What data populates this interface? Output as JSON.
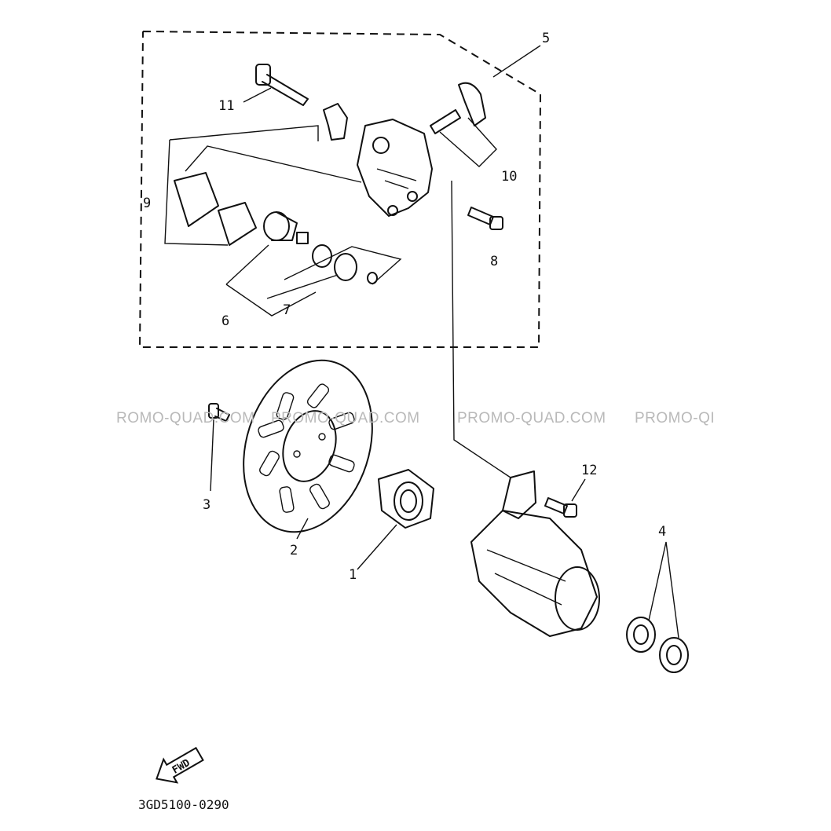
{
  "callouts": {
    "c1": "1",
    "c2": "2",
    "c3": "3",
    "c4": "4",
    "c5": "5",
    "c6": "6",
    "c7": "7",
    "c8": "8",
    "c9": "9",
    "c10": "10",
    "c11": "11",
    "c12": "12"
  },
  "watermarks": [
    "ROMO-QUAD.COM",
    "PROMO-QUAD.COM",
    "PROMO-QUAD.COM",
    "PROMO-QI"
  ],
  "fwd_label": "FWD",
  "diagram_code": "3GD5100-0290"
}
